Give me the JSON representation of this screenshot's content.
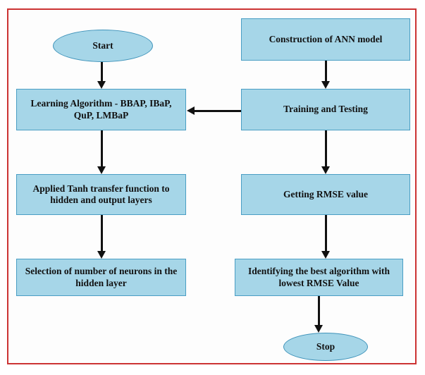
{
  "diagram": {
    "title": "ANN model flowchart",
    "frame_color": "#cc3333",
    "node_fill": "#a6d6e8",
    "node_border": "#4a9ec4",
    "connector_color": "#111111",
    "nodes": [
      {
        "id": "start",
        "shape": "terminator",
        "label": "Start"
      },
      {
        "id": "construction",
        "shape": "process",
        "label": "Construction of ANN model"
      },
      {
        "id": "learning",
        "shape": "process",
        "label": "Learning Algorithm - BBAP, IBaP, QuP, LMBaP"
      },
      {
        "id": "training",
        "shape": "process",
        "label": "Training and Testing"
      },
      {
        "id": "tanh",
        "shape": "process",
        "label": "Applied Tanh transfer function to hidden and output layers"
      },
      {
        "id": "rmse",
        "shape": "process",
        "label": "Getting RMSE value"
      },
      {
        "id": "selection",
        "shape": "process",
        "label": "Selection of number of neurons in the hidden layer"
      },
      {
        "id": "identifying",
        "shape": "process",
        "label": "Identifying the best algorithm with lowest RMSE Value"
      },
      {
        "id": "stop",
        "shape": "terminator",
        "label": "Stop"
      }
    ],
    "edges": [
      {
        "from": "start",
        "to": "learning",
        "direction": "down"
      },
      {
        "from": "learning",
        "to": "tanh",
        "direction": "down"
      },
      {
        "from": "tanh",
        "to": "selection",
        "direction": "down"
      },
      {
        "from": "construction",
        "to": "training",
        "direction": "down"
      },
      {
        "from": "training",
        "to": "learning",
        "direction": "left"
      },
      {
        "from": "training",
        "to": "rmse",
        "direction": "down"
      },
      {
        "from": "rmse",
        "to": "identifying",
        "direction": "down"
      },
      {
        "from": "identifying",
        "to": "stop",
        "direction": "down"
      }
    ]
  }
}
